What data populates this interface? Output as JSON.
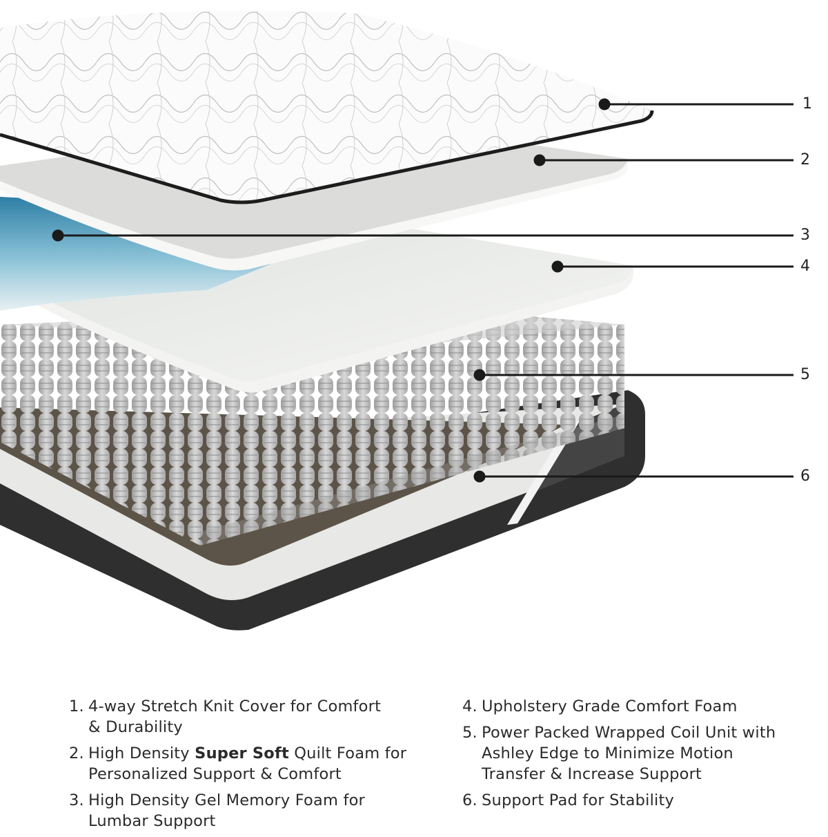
{
  "callouts": [
    {
      "id": 1,
      "label": "1"
    },
    {
      "id": 2,
      "label": "2"
    },
    {
      "id": 3,
      "label": "3"
    },
    {
      "id": 4,
      "label": "4"
    },
    {
      "id": 5,
      "label": "5"
    },
    {
      "id": 6,
      "label": "6"
    }
  ],
  "legend": {
    "items": [
      {
        "num": "1.",
        "text_pre": "4-way Stretch Knit Cover for Comfort",
        "text_bold": "",
        "text_post": "",
        "line2": "& Durability"
      },
      {
        "num": "2.",
        "text_pre": "High Density ",
        "text_bold": "Super Soft",
        "text_post": " Quilt Foam for",
        "line2": "Personalized Support & Comfort"
      },
      {
        "num": "3.",
        "text_pre": "High Density Gel Memory Foam for",
        "text_bold": "",
        "text_post": "",
        "line2": "Lumbar Support"
      },
      {
        "num": "4.",
        "text_pre": "Upholstery Grade Comfort Foam",
        "text_bold": "",
        "text_post": "",
        "line2": ""
      },
      {
        "num": "5.",
        "text_pre": "Power Packed Wrapped Coil Unit with",
        "text_bold": "",
        "text_post": "",
        "line2": "Ashley Edge to Minimize Motion",
        "line3": "Transfer & Increase Support"
      },
      {
        "num": "6.",
        "text_pre": "Support Pad for Stability",
        "text_bold": "",
        "text_post": "",
        "line2": ""
      }
    ]
  },
  "colors": {
    "leader_line": "#1a1a1a",
    "gel_blue": "#5aa6c8",
    "foam_white": "#f4f4f2",
    "coil_grey": "#b5b5b5",
    "base_dark": "#3b3b3b",
    "pad_brown": "#5c5448"
  }
}
